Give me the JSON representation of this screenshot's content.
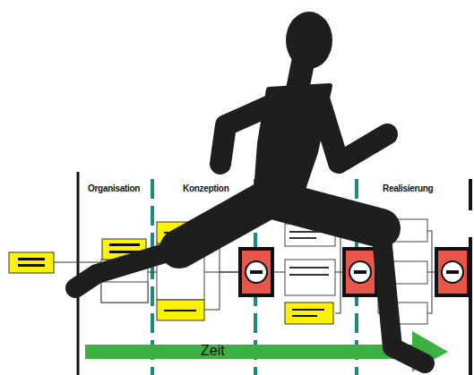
{
  "diagram": {
    "labels": [
      "Organisation",
      "Konzeption",
      "Realisierung",
      "Zeit"
    ]
  }
}
